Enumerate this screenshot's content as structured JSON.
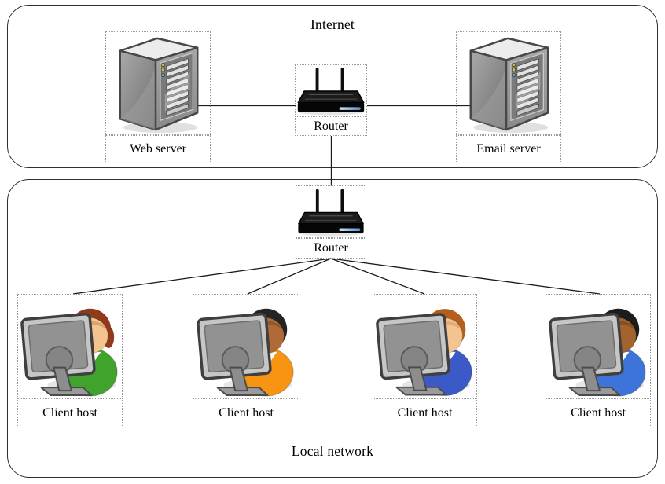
{
  "zones": {
    "internet": {
      "label": "Internet"
    },
    "local": {
      "label": "Local network"
    }
  },
  "nodes": {
    "web_server": {
      "label": "Web server",
      "type": "server"
    },
    "internet_router": {
      "label": "Router",
      "type": "router"
    },
    "email_server": {
      "label": "Email server",
      "type": "server"
    },
    "local_router": {
      "label": "Router",
      "type": "router"
    },
    "clients": [
      {
        "label": "Client host",
        "person": {
          "skin": "#f3c490",
          "hair": "#8e3a1b",
          "shirt": "#3fa32c",
          "tie": null,
          "hairstyle": "bob"
        }
      },
      {
        "label": "Client host",
        "person": {
          "skin": "#b06a38",
          "hair": "#262422",
          "shirt": "#f79412",
          "tie": null,
          "hairstyle": "short"
        }
      },
      {
        "label": "Client host",
        "person": {
          "skin": "#f3c490",
          "hair": "#b55f1e",
          "shirt": "#3c59c8",
          "tie": "#c21f2f",
          "hairstyle": "short"
        }
      },
      {
        "label": "Client host",
        "person": {
          "skin": "#a4622d",
          "hair": "#1d1c1a",
          "shirt": "#3d74da",
          "tie": "#2f8c2d",
          "hairstyle": "short"
        }
      }
    ]
  },
  "connections": [
    {
      "from": "Web server",
      "to": "Router (Internet)"
    },
    {
      "from": "Router (Internet)",
      "to": "Email server"
    },
    {
      "from": "Router (Internet)",
      "to": "Router (Local network)"
    },
    {
      "from": "Router (Local network)",
      "to": "Client host 1"
    },
    {
      "from": "Router (Local network)",
      "to": "Client host 2"
    },
    {
      "from": "Router (Local network)",
      "to": "Client host 3"
    },
    {
      "from": "Router (Local network)",
      "to": "Client host 4"
    }
  ],
  "colors": {
    "background": "#ffffff",
    "zone_border": "#2e2e2e",
    "node_box_border": "#9a9a9a",
    "connector": "#1a1a1a",
    "text": "#000000",
    "router_body": "#141414",
    "router_led_strip": "#8fc0f5",
    "server_body": "#8e8e8e"
  }
}
